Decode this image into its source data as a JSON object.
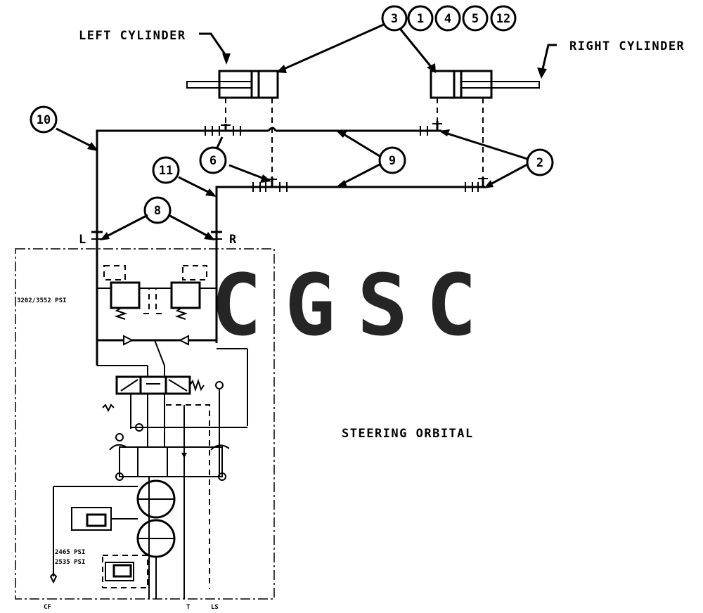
{
  "labels": {
    "left_cylinder": "LEFT CYLINDER",
    "right_cylinder": "RIGHT CYLINDER",
    "steering_orbital": "STEERING ORBITAL",
    "port_l": "L",
    "port_r": "R",
    "relief_pressure": "3202/3552 PSI",
    "pressure_a": "2465 PSI",
    "pressure_b": "2535 PSI",
    "port_cf": "CF",
    "port_t": "T",
    "port_ls": "LS"
  },
  "balloons": {
    "b3": "3",
    "b1": "1",
    "b4": "4",
    "b5": "5",
    "b12": "12",
    "b10": "10",
    "b6": "6",
    "b9": "9",
    "b2": "2",
    "b11": "11",
    "b8": "8"
  },
  "watermark": {
    "letters": [
      "C",
      "G",
      "S",
      "C"
    ],
    "colors": [
      "#7aa7f0",
      "#f29b8e",
      "#f7da7c",
      "#7fc4a2"
    ]
  }
}
